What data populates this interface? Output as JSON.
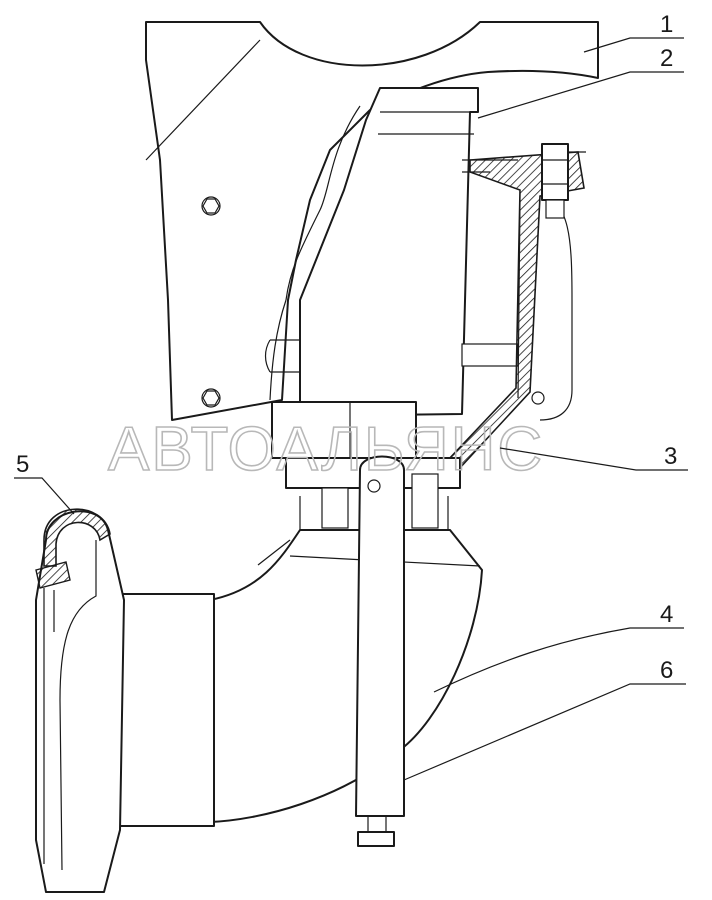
{
  "callouts": [
    {
      "id": "1",
      "label": "1"
    },
    {
      "id": "2",
      "label": "2"
    },
    {
      "id": "3",
      "label": "3"
    },
    {
      "id": "4",
      "label": "4"
    },
    {
      "id": "5",
      "label": "5"
    },
    {
      "id": "6",
      "label": "6"
    }
  ],
  "watermark": {
    "text": "АВТОАЛЬЯНС"
  }
}
